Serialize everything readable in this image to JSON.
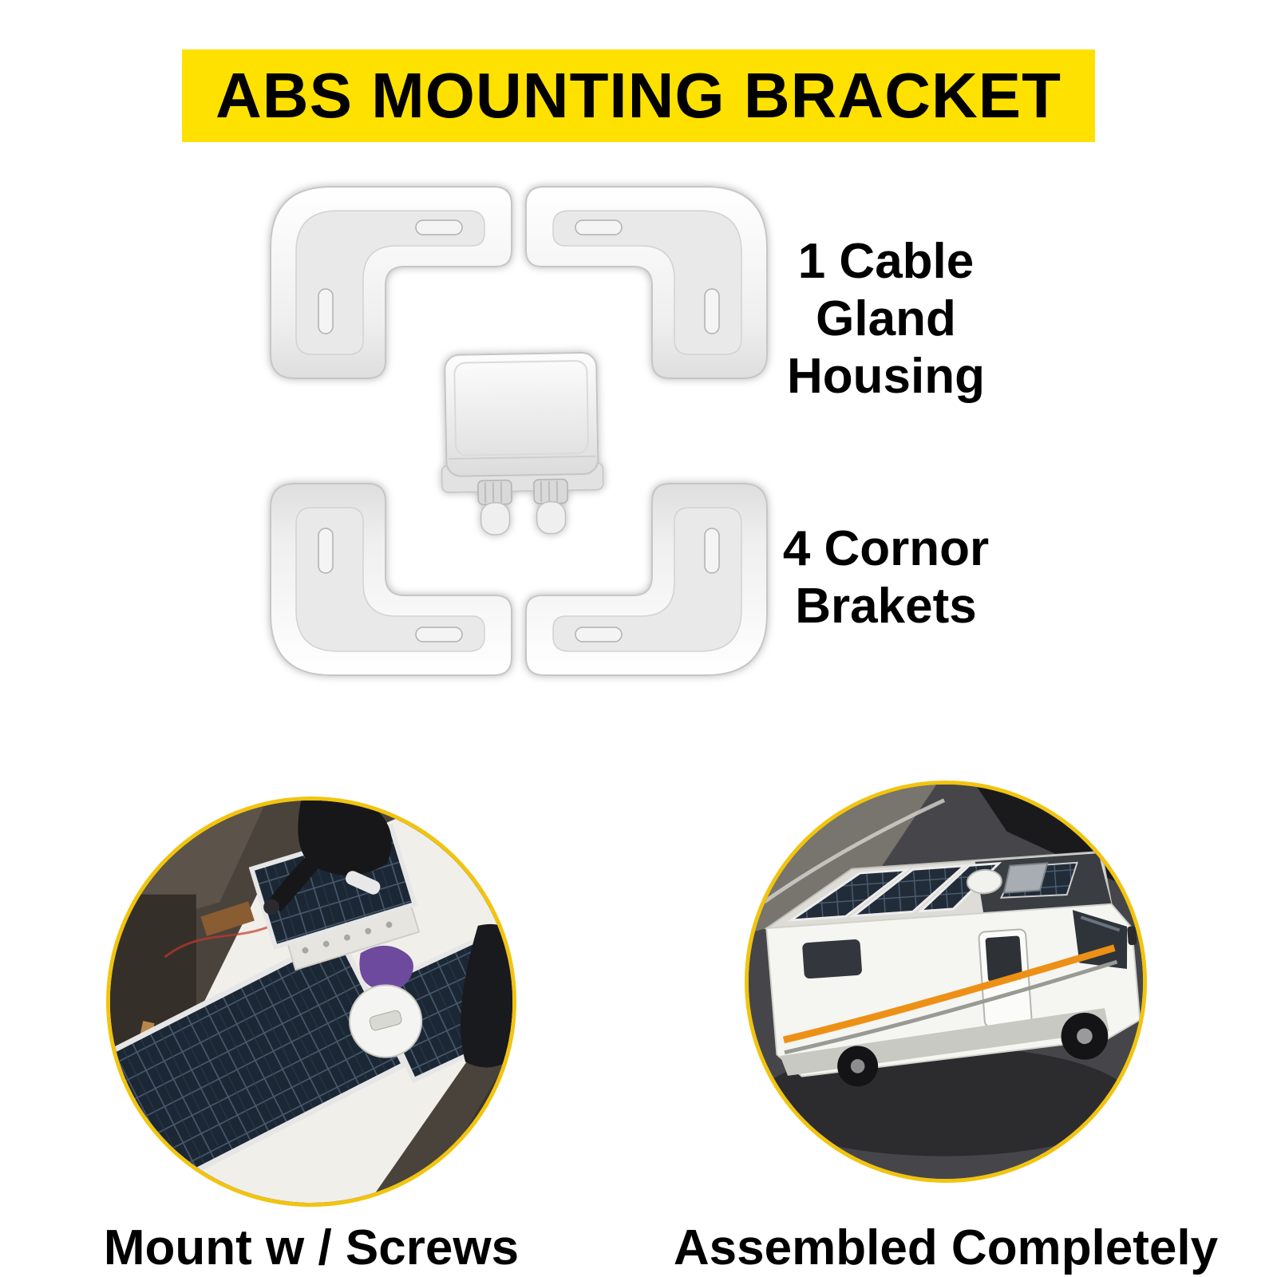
{
  "banner": {
    "title": "ABS MOUNTING BRACKET"
  },
  "annotations": {
    "cable_gland": {
      "line1": "1 Cable",
      "line2": "Gland",
      "line3": "Housing"
    },
    "corner_brackets": {
      "line1": "4 Cornor",
      "line2": "Brakets"
    }
  },
  "features": {
    "left": {
      "caption": "Mount w / Screws"
    },
    "right": {
      "caption": "Assembled Completely"
    }
  },
  "images": {
    "product_alt": "four white ABS corner brackets arranged around one cable gland housing",
    "left_circle_alt": "installer mounting solar panels on a vehicle roof with screws",
    "right_circle_alt": "motorhome with solar panels completely assembled on the roof"
  },
  "colors": {
    "banner_bg": "#FFE100",
    "accent_yellow": "#F1C40F",
    "text": "#000000",
    "background": "#FFFFFF"
  }
}
